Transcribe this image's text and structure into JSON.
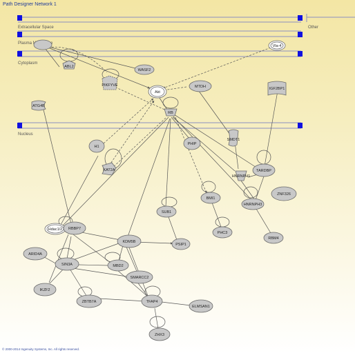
{
  "title": "Path Designer Network 1",
  "footer": "© 2000-2014 Ingenuity Systems, Inc. All rights reserved.",
  "lanes": {
    "extracellular": "Extracellular Space",
    "other": "Other",
    "plasma_membrane": "Plasma Membrane",
    "cytoplasm": "Cytoplasm",
    "nucleus": "Nucleus"
  },
  "nodes": {
    "vla4": "Vla-4",
    "abl2": "ABL2",
    "wasf2": "WASF2",
    "pikfyve": "PIKFYVE",
    "akt": "Akt",
    "mtdh": "MTDH",
    "igf2bp1": "IGF2BP1",
    "atg4b": "ATG4B",
    "rb": "RB",
    "phip": "PHIP",
    "smdt1": "SMDT1",
    "h1": "H1",
    "kat2a": "KAT2A",
    "tardbp": "TARDBP",
    "hnrnph1": "HNRNPH1",
    "znf326": "ZNF326",
    "bmi1": "BMI1",
    "hnrnph3": "HNRNPH3",
    "sub1": "SUB1",
    "hdac1_2": "Hdac1/2",
    "rbbp7": "RBBP7",
    "kdm5b": "KDM5B",
    "psip1": "PSIP1",
    "phc3": "PHC3",
    "rbm4": "RBM4",
    "arid4a": "ARID4A",
    "sin3a": "SIN3A",
    "mbd2": "MBD2",
    "smarcc2": "SMARCC2",
    "ikzf2": "IKZF2",
    "zbtb7a": "ZBTB7A",
    "tfap4": "TFAP4",
    "elmsan1": "ELMSAN1",
    "zhx3": "ZHX3"
  },
  "colors": {
    "lane_marker": "#1010e0",
    "node_fill": "#c8c8c8",
    "node_stroke": "#6a6a6a",
    "highlight_fill": "#ffffff",
    "edge": "#555555"
  }
}
